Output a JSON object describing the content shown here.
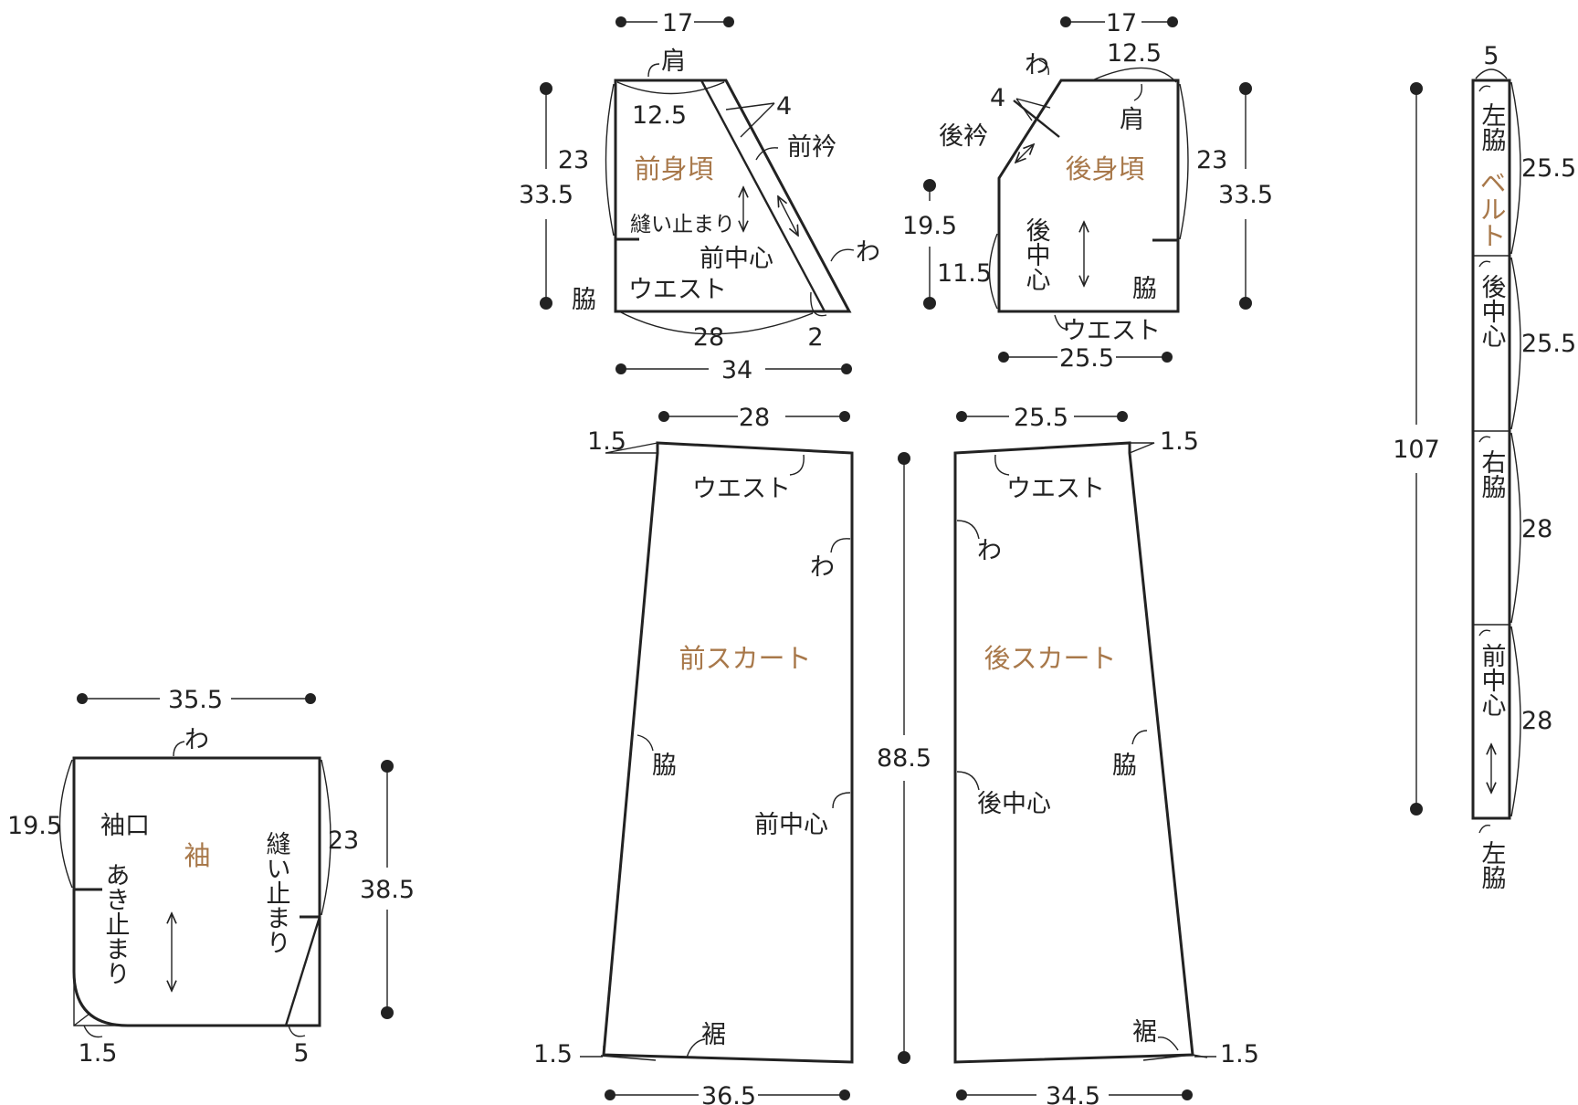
{
  "colors": {
    "line": "#222222",
    "piece_name": "#a8784a",
    "background": "#ffffff"
  },
  "pieces": {
    "front_bodice": {
      "name": "前身頃",
      "labels": {
        "shoulder": "肩",
        "front_collar": "前衿",
        "fold": "わ",
        "stitch_stop": "縫い止まり",
        "center_front": "前中心",
        "side": "脇",
        "waist": "ウエスト"
      },
      "dims": {
        "top": "17",
        "shoulder": "12.5",
        "collar": "4",
        "side_upper": "23",
        "height": "33.5",
        "waist": "28",
        "overlap": "2",
        "bottom": "34"
      }
    },
    "back_bodice": {
      "name": "後身頃",
      "labels": {
        "fold": "わ",
        "back_collar": "後衿",
        "shoulder": "肩",
        "center_back": "後中心",
        "side": "脇",
        "waist": "ウエスト"
      },
      "dims": {
        "top": "17",
        "shoulder": "12.5",
        "collar": "4",
        "side_upper": "23",
        "height": "33.5",
        "left_height": "19.5",
        "center_back_lower": "11.5",
        "waist": "25.5"
      }
    },
    "belt": {
      "name": "ベルト",
      "labels": {
        "left_side": "左脇",
        "center_back": "後中心",
        "right_side": "右脇",
        "center_front": "前中心",
        "left_side_end": "左脇"
      },
      "dims": {
        "width": "5",
        "length": "107",
        "seg1": "25.5",
        "seg2": "25.5",
        "seg3": "28",
        "seg4": "28"
      }
    },
    "front_skirt": {
      "name": "前スカート",
      "labels": {
        "waist": "ウエスト",
        "fold": "わ",
        "side": "脇",
        "center_front": "前中心",
        "hem": "裾"
      },
      "dims": {
        "top": "28",
        "waist_rise": "1.5",
        "hem_rise": "1.5",
        "bottom": "36.5"
      }
    },
    "back_skirt": {
      "name": "後スカート",
      "labels": {
        "waist": "ウエスト",
        "fold": "わ",
        "side": "脇",
        "center_back": "後中心",
        "hem": "裾"
      },
      "dims": {
        "top": "25.5",
        "waist_rise": "1.5",
        "hem_rise": "1.5",
        "bottom": "34.5"
      }
    },
    "skirt_length": "88.5",
    "sleeve": {
      "name": "袖",
      "labels": {
        "fold": "わ",
        "cuff": "袖口",
        "opening_stop": "あき止まり",
        "stitch_stop": "縫い止まり"
      },
      "dims": {
        "top": "35.5",
        "cuff": "19.5",
        "side": "23",
        "height": "38.5",
        "corner": "1.5",
        "bottom_right": "5"
      }
    }
  }
}
